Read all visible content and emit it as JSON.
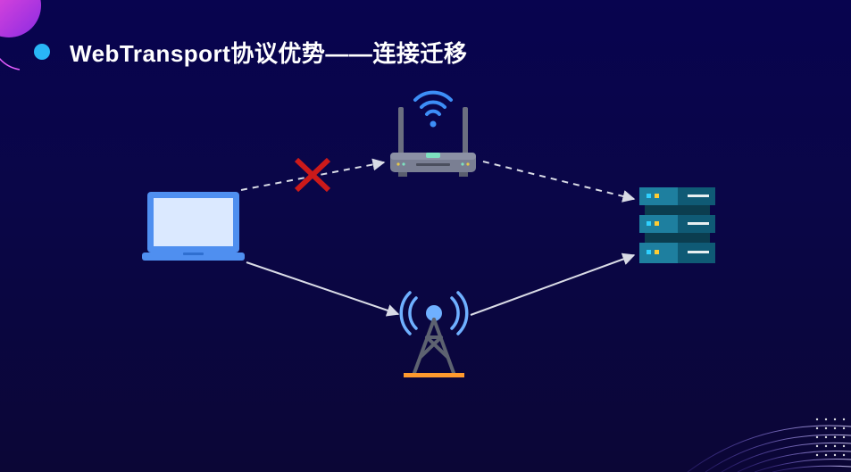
{
  "slide": {
    "title": "WebTransport协议优势——连接迁移"
  },
  "diagram": {
    "nodes": [
      {
        "name": "laptop-icon"
      },
      {
        "name": "wifi-router-icon"
      },
      {
        "name": "cell-tower-icon"
      },
      {
        "name": "server-icon"
      }
    ],
    "edges": [
      {
        "from": "laptop",
        "to": "wifi-router",
        "style": "dashed",
        "blocked": true
      },
      {
        "from": "wifi-router",
        "to": "server",
        "style": "dashed",
        "blocked": false
      },
      {
        "from": "laptop",
        "to": "cell-tower",
        "style": "solid",
        "blocked": false
      },
      {
        "from": "cell-tower",
        "to": "server",
        "style": "solid",
        "blocked": false
      }
    ]
  },
  "colors": {
    "accent_dot": "#29b6f6",
    "blocked_mark": "#cc1a1a",
    "arrow": "#d9dbe6"
  }
}
